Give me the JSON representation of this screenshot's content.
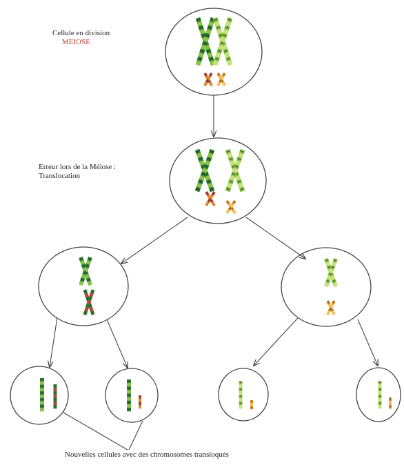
{
  "labels": {
    "division_line1": "Cellule en division",
    "division_line2": "MEIOSE",
    "error_line1": "Erreur lors de la Méiose :",
    "error_line2": "Translocation",
    "caption": "Nouvelles cellules avec des chromosomes transloqués"
  },
  "colors": {
    "outline": "#444444",
    "meiose_text": "#c0392b",
    "dark_green": "#2e7d32",
    "light_green": "#8bc34a",
    "small_red": "#b5473a",
    "small_orange": "#e08a2a",
    "band_dark": "#1b3a1b",
    "band_light": "#ffffff"
  }
}
